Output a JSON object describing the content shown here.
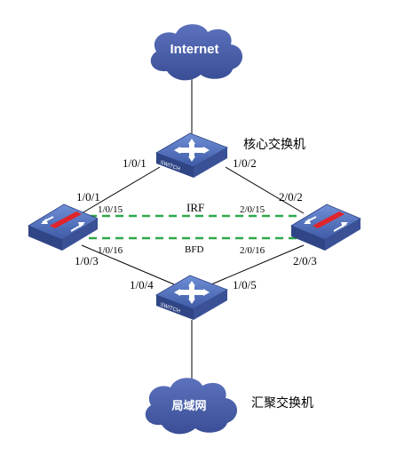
{
  "clouds": {
    "internet": "Internet",
    "lan": "局域网"
  },
  "devices": {
    "core_caption": "核心交换机",
    "agg_caption": "汇聚交换机",
    "switch_text": "SWITCH"
  },
  "ports": {
    "core_left": "1/0/1",
    "core_right": "1/0/2",
    "fw1_top": "1/0/1",
    "fw2_top": "2/0/2",
    "fw1_irf": "1/0/15",
    "fw2_irf": "2/0/15",
    "fw1_bfd": "1/0/16",
    "fw2_bfd": "2/0/16",
    "fw1_bottom": "1/0/3",
    "fw2_bottom": "2/0/3",
    "agg_left": "1/0/4",
    "agg_right": "1/0/5"
  },
  "links": {
    "irf": "IRF",
    "bfd": "BFD"
  },
  "colors": {
    "cloud": "#4a5fa8",
    "device_body": "#3f5aa6",
    "device_top": "#5876c2",
    "link_line": "#000000",
    "dashed_link": "#2ea84a",
    "firewall_red": "#e0242b"
  }
}
